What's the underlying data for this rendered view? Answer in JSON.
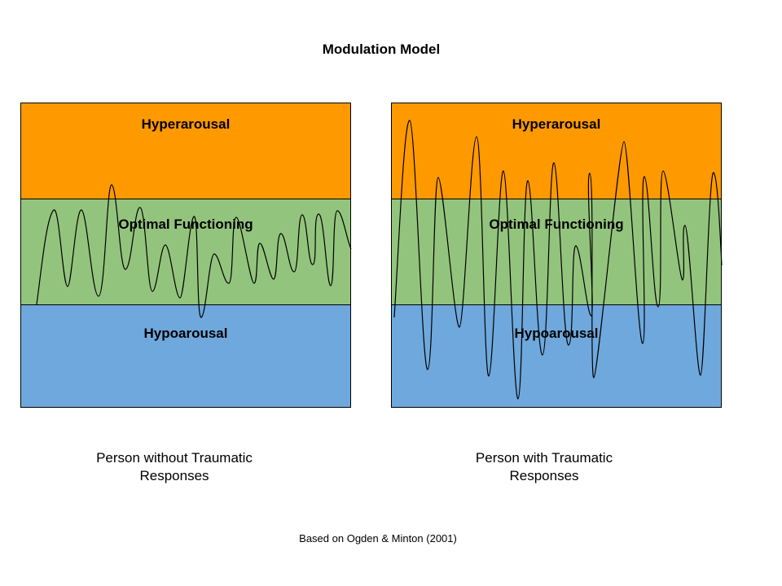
{
  "title": "Modulation Model",
  "colors": {
    "hyperarousal": "#ff9900",
    "optimal": "#93c47d",
    "hypoarousal": "#6fa8dc",
    "line": "#000000"
  },
  "panels": [
    {
      "zones": {
        "hyper": "Hyperarousal",
        "optimal": "Optimal Functioning",
        "hypo": "Hypoarousal"
      },
      "caption_line1": "Person without Traumatic",
      "caption_line2": "Responses"
    },
    {
      "zones": {
        "hyper": "Hyperarousal",
        "optimal": "Optimal Functioning",
        "hypo": "Hypoarousal"
      },
      "caption_line1": "Person with Traumatic",
      "caption_line2": "Responses"
    }
  ],
  "citation": "Based on Ogden & Minton (2001)"
}
